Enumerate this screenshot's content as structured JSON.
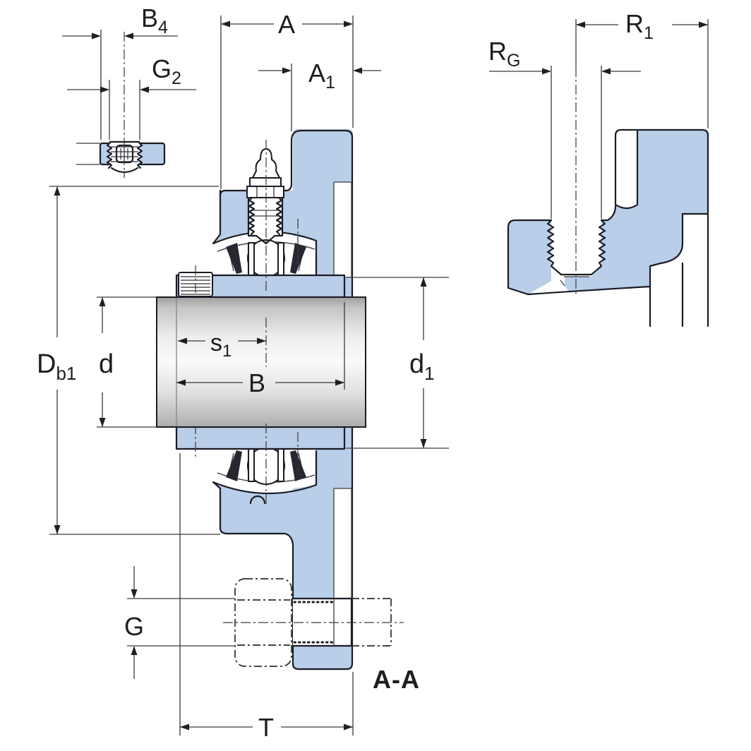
{
  "drawing": {
    "type": "engineering-cross-section",
    "description": "Flanged ball bearing unit, sectional drawing with dimension callouts",
    "section_label": "A-A"
  },
  "labels": {
    "b4": {
      "base": "B",
      "sub": "4"
    },
    "g2": {
      "base": "G",
      "sub": "2"
    },
    "a": {
      "base": "A",
      "sub": ""
    },
    "a1": {
      "base": "A",
      "sub": "1"
    },
    "rg": {
      "base": "R",
      "sub": "G"
    },
    "r1": {
      "base": "R",
      "sub": "1"
    },
    "db1": {
      "base": "D",
      "sub": "b1"
    },
    "d": {
      "base": "d",
      "sub": ""
    },
    "s1": {
      "base": "s",
      "sub": "1"
    },
    "b": {
      "base": "B",
      "sub": ""
    },
    "d1": {
      "base": "d",
      "sub": "1"
    },
    "g": {
      "base": "G",
      "sub": ""
    },
    "t": {
      "base": "T",
      "sub": ""
    },
    "section": "A-A"
  },
  "colors": {
    "part_fill": "#b9cee8",
    "outline": "#1b1b24",
    "dimension_line": "#3a3a3a",
    "shaft_highlight": "#fafafa",
    "background": "#ffffff"
  }
}
